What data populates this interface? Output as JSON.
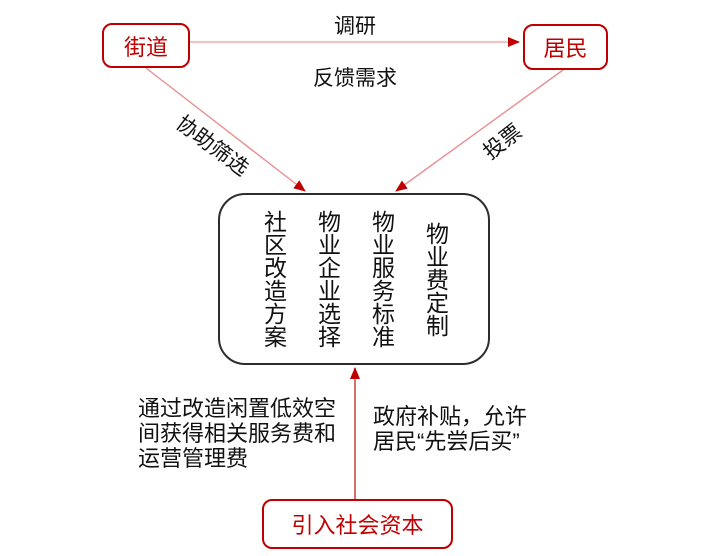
{
  "diagram": {
    "nodes": {
      "street": {
        "label": "街道"
      },
      "residents": {
        "label": "居民"
      },
      "social_capital": {
        "label": "引入社会资本"
      },
      "center": {
        "columns": [
          "社区改造方案",
          "物业企业选择",
          "物业服务标准",
          "物业费定制"
        ]
      }
    },
    "edge_labels": {
      "survey": "调研",
      "feedback": "反馈需求",
      "assist_screening": "协助筛选",
      "vote": "投票"
    },
    "notes": {
      "left": "通过改造闲置低效空\n间获得相关服务费和\n运营管理费",
      "right": "政府补贴，允许\n居民“先尝后买”"
    },
    "colors": {
      "accent_red": "#c00000",
      "edge_pink": "#ecc6c6",
      "edge_light_red": "#e89090",
      "edge_red": "#cf4b4b",
      "center_border": "#2d2d2d",
      "text": "#111111"
    }
  }
}
